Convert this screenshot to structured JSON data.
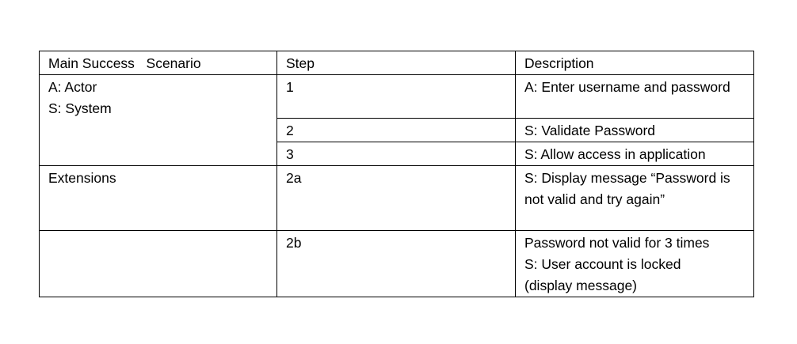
{
  "table": {
    "header": {
      "scenario": "Main Success   Scenario",
      "step": "Step",
      "description": "Description"
    },
    "main": {
      "scenario_lines": [
        "A: Actor",
        "S: System"
      ],
      "rows": [
        {
          "step": "1",
          "description": "A: Enter username and password"
        },
        {
          "step": "2",
          "description": "S: Validate Password"
        },
        {
          "step": "3",
          "description": "S: Allow access in application"
        }
      ]
    },
    "extensions": {
      "label": "Extensions",
      "rows": [
        {
          "step": "2a",
          "description": "S: Display message “Password is not valid and try again”"
        },
        {
          "step": "2b",
          "description_lines": [
            "Password not valid for 3 times",
            "S: User account is locked",
            "(display message)"
          ]
        }
      ]
    }
  }
}
